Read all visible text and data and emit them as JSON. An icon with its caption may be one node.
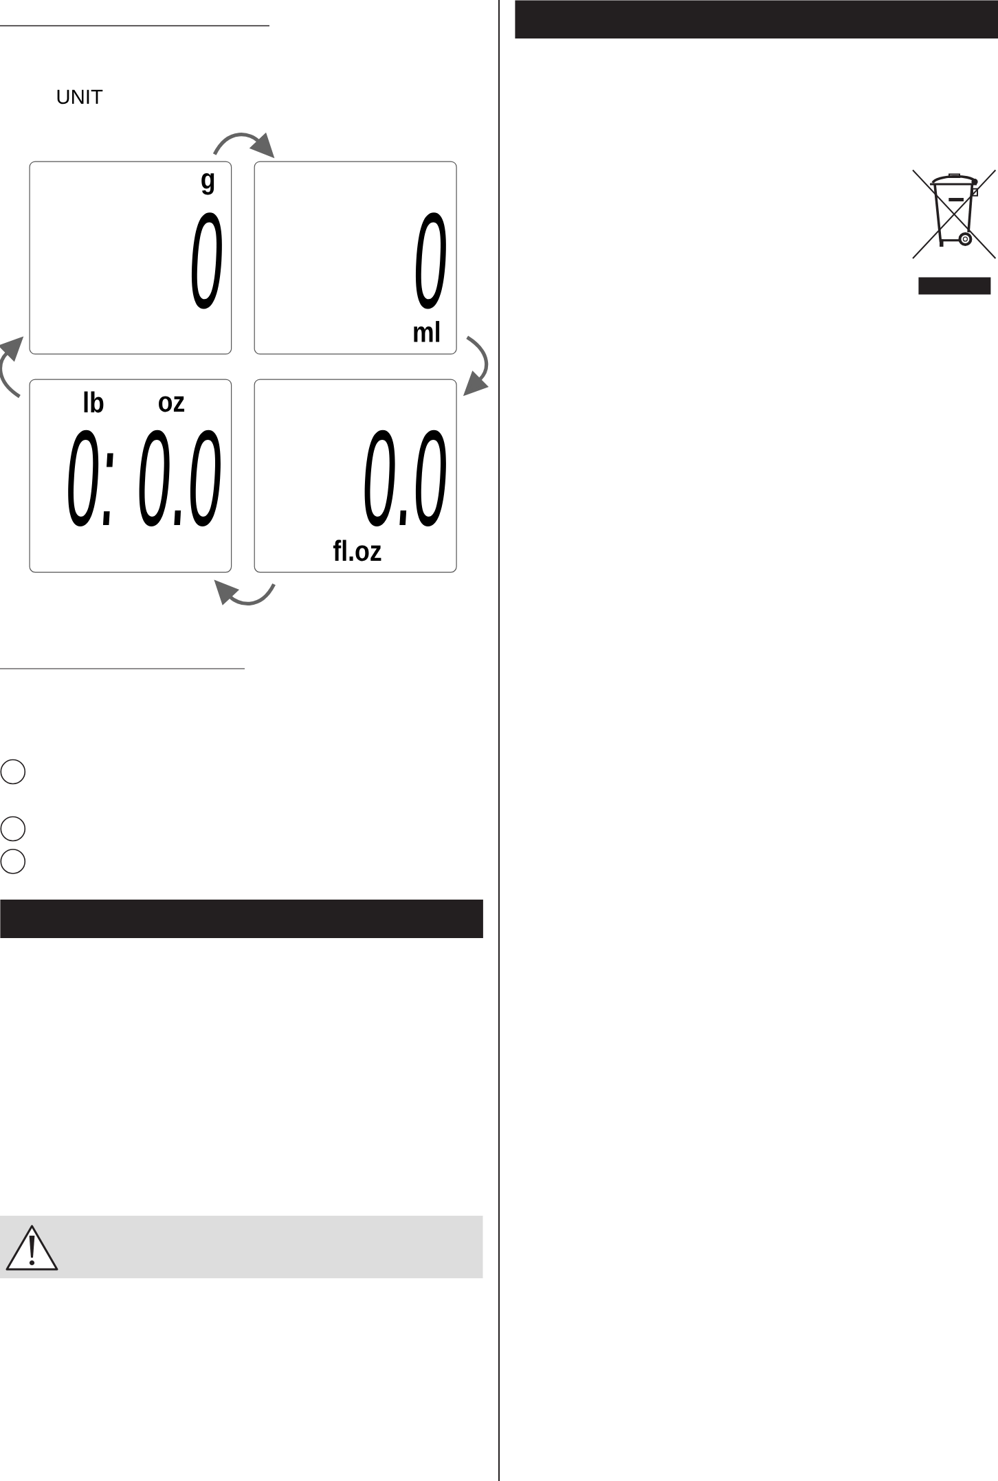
{
  "diagram": {
    "nodes": [
      {
        "text": [
          "g",
          "0"
        ]
      },
      {
        "text": [
          "0",
          "ml"
        ]
      },
      {
        "text": [
          "lb",
          "oz",
          "0:",
          "0.0"
        ]
      },
      {
        "text": [
          "0.0",
          "fl.oz"
        ]
      },
      {
        "text": [],
        "shape": "bar"
      },
      {
        "text": [],
        "shape": "bar"
      },
      {
        "text": [],
        "shape": "bar"
      }
    ],
    "edges": [
      {
        "from": 0,
        "to": 1,
        "arrow": "to"
      },
      {
        "from": 1,
        "to": 3,
        "arrow": "to"
      },
      {
        "from": 3,
        "to": 2,
        "arrow": "to"
      },
      {
        "from": 2,
        "to": 0,
        "arrow": "to"
      }
    ],
    "labels": [
      "UNIT"
    ]
  }
}
